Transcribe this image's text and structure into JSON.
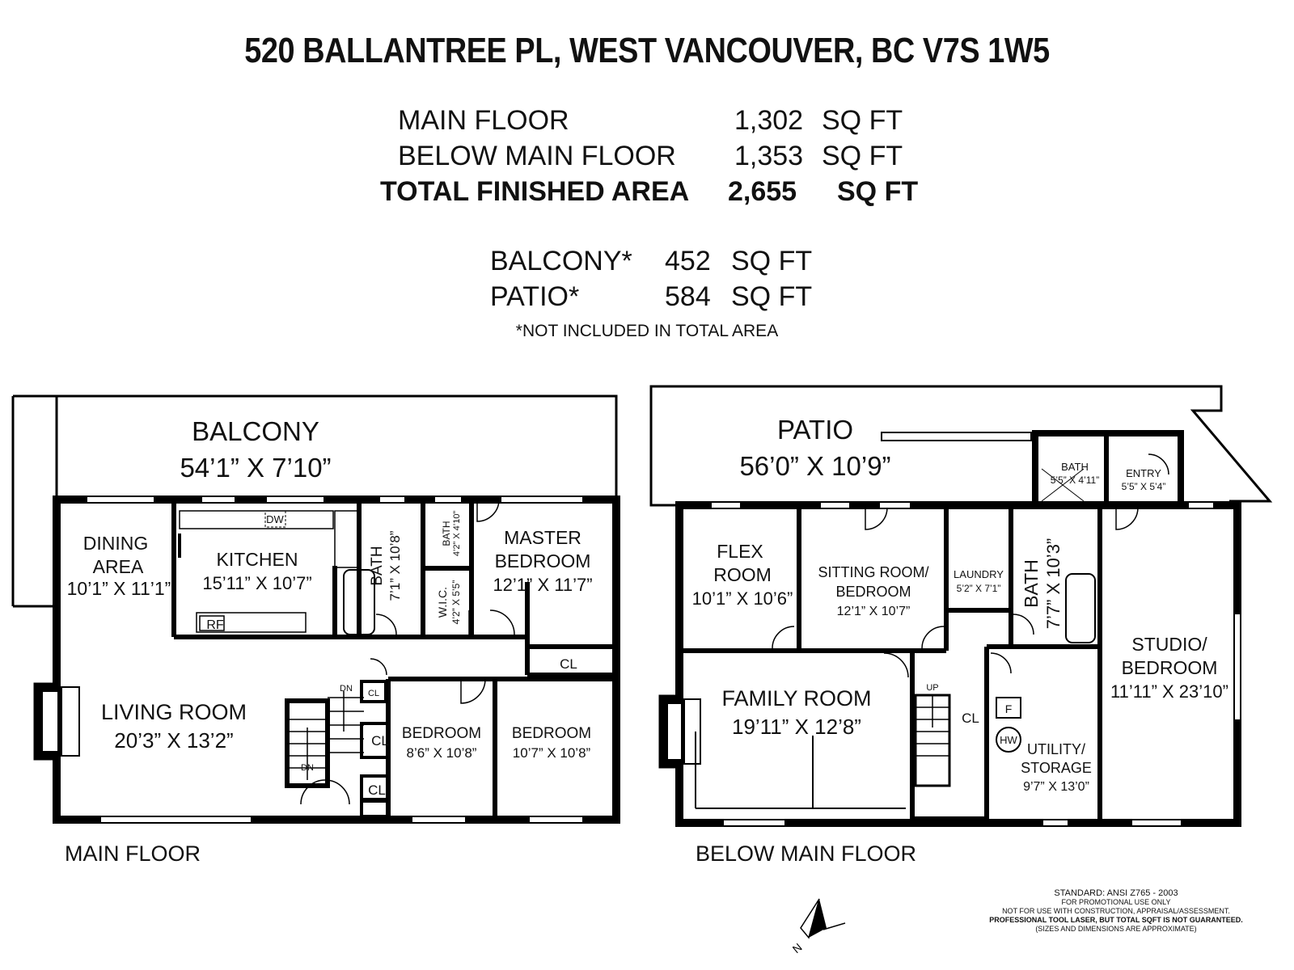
{
  "header": {
    "address": "520 BALLANTREE PL, WEST VANCOUVER, BC V7S 1W5"
  },
  "areas": {
    "main_floor": {
      "label": "MAIN FLOOR",
      "value": "1,302",
      "unit": "SQ FT"
    },
    "below_main_floor": {
      "label": "BELOW MAIN FLOOR",
      "value": "1,353",
      "unit": "SQ FT"
    },
    "total": {
      "label": "TOTAL FINISHED AREA",
      "value": "2,655",
      "unit": "SQ FT"
    },
    "balcony": {
      "label": "BALCONY*",
      "value": "452",
      "unit": "SQ FT"
    },
    "patio": {
      "label": "PATIO*",
      "value": "584",
      "unit": "SQ FT"
    },
    "note": "*NOT INCLUDED IN TOTAL AREA"
  },
  "main_floor": {
    "label": "MAIN FLOOR",
    "balcony": {
      "name": "BALCONY",
      "dims": "54’1” X 7’10”"
    },
    "dining": {
      "name1": "DINING",
      "name2": "AREA",
      "dims": "10’1” X 11’1”"
    },
    "kitchen": {
      "name": "KITCHEN",
      "dims": "15’11” X 10’7”"
    },
    "bath1": {
      "name": "BATH",
      "dims": "7’1” X 10’8”"
    },
    "bath2": {
      "name": "BATH",
      "dims": "4’2” X 4’10”"
    },
    "wic": {
      "name": "W.I.C.",
      "dims": "4’2” X 5’5”"
    },
    "master": {
      "name1": "MASTER",
      "name2": "BEDROOM",
      "dims": "12’1” X 11’7”"
    },
    "living": {
      "name": "LIVING ROOM",
      "dims": "20’3” X 13’2”"
    },
    "bedroom1": {
      "name": "BEDROOM",
      "dims": "8’6” X 10’8”"
    },
    "bedroom2": {
      "name": "BEDROOM",
      "dims": "10’7” X 10’8”"
    },
    "fixtures": {
      "dw": "DW",
      "rf": "RF",
      "cl": "CL",
      "dn": "DN"
    }
  },
  "below_floor": {
    "label": "BELOW MAIN FLOOR",
    "patio": {
      "name": "PATIO",
      "dims": "56’0” X 10’9”"
    },
    "bath_small": {
      "name": "BATH",
      "dims": "5’5” X 4’11”"
    },
    "entry": {
      "name": "ENTRY",
      "dims": "5’5” X 5’4”"
    },
    "flex": {
      "name1": "FLEX",
      "name2": "ROOM",
      "dims": "10’1” X 10’6”"
    },
    "sitting": {
      "name1": "SITTING ROOM/",
      "name2": "BEDROOM",
      "dims": "12’1” X 10’7”"
    },
    "laundry": {
      "name": "LAUNDRY",
      "dims": "5’2” X 7’1”"
    },
    "bath_large": {
      "name": "BATH",
      "dims": "7’7” X 10’3”"
    },
    "studio": {
      "name1": "STUDIO/",
      "name2": "BEDROOM",
      "dims": "11’11” X 23’10”"
    },
    "family": {
      "name": "FAMILY ROOM",
      "dims": "19’11” X 12’8”"
    },
    "utility": {
      "name1": "UTILITY/",
      "name2": "STORAGE",
      "dims": "9’7” X 13’0”"
    },
    "fixtures": {
      "up": "UP",
      "cl": "CL",
      "f": "F",
      "hw": "HW"
    }
  },
  "compass": {
    "label": "N"
  },
  "disclaimer": {
    "standard": "STANDARD: ANSI  Z765 - 2003",
    "line1": "FOR PROMOTIONAL USE ONLY",
    "line2": "NOT FOR USE WITH CONSTRUCTION, APPRAISAL/ASSESSMENT.",
    "line3": "PROFESSIONAL TOOL LASER, BUT TOTAL SQFT IS NOT GUARANTEED.",
    "line4": "(SIZES AND DIMENSIONS ARE APPROXIMATE)"
  }
}
